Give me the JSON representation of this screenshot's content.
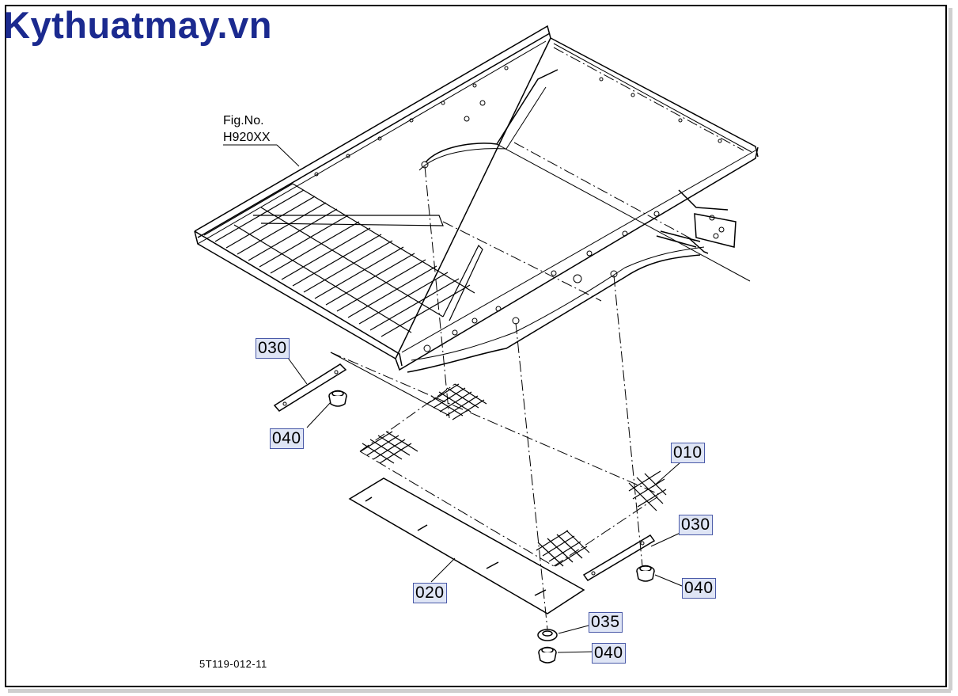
{
  "brand": {
    "text": "Kythuatmay.vn",
    "color": "#1b2a8f"
  },
  "figure": {
    "label_line1": "Fig.No.",
    "label_line2": "H920XX"
  },
  "drawing_number": "5T119-012-11",
  "callouts": {
    "c030_left": "030",
    "c040_left": "040",
    "c010": "010",
    "c030_right": "030",
    "c040_right": "040",
    "c020": "020",
    "c035": "035",
    "c040_bottom": "040"
  },
  "colors": {
    "callout_fill": "#dfe5f5",
    "callout_border": "#4a5aa8",
    "line": "#000000"
  }
}
